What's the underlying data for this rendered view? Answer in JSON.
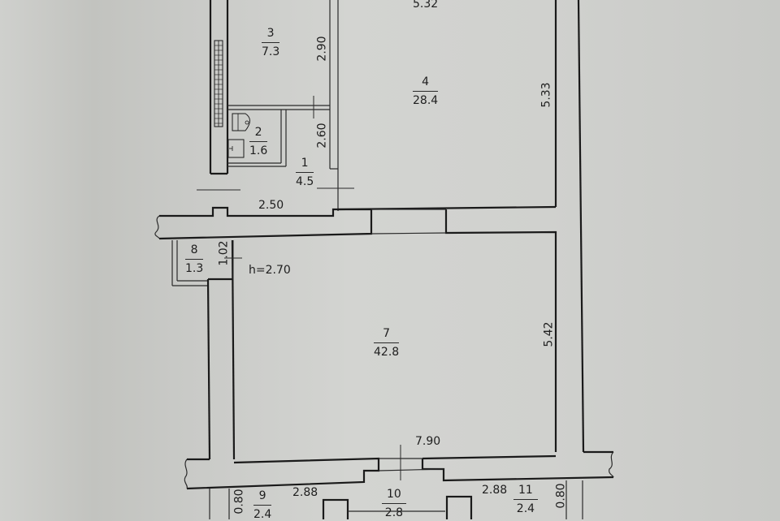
{
  "plan": {
    "ceiling_height": "h=2.70",
    "rooms": [
      {
        "id": "1",
        "number": "1",
        "area": "4.5"
      },
      {
        "id": "2",
        "number": "2",
        "area": "1.6"
      },
      {
        "id": "3",
        "number": "3",
        "area": "7.3"
      },
      {
        "id": "4",
        "number": "4",
        "area": "28.4"
      },
      {
        "id": "7",
        "number": "7",
        "area": "42.8"
      },
      {
        "id": "8",
        "number": "8",
        "area": "1.3"
      },
      {
        "id": "9",
        "number": "9",
        "area": "2.4"
      },
      {
        "id": "10",
        "number": "10",
        "area": "2.8"
      },
      {
        "id": "11",
        "number": "11",
        "area": "2.4"
      }
    ],
    "dimensions": {
      "room4_width": "5.32",
      "room4_depth": "5.33",
      "room3_depth": "2.90",
      "room1_depth": "2.60",
      "room1_width": "2.50",
      "room8_depth": "1.02",
      "room7_depth": "5.42",
      "room7_width": "7.90",
      "room9_width": "2.88",
      "room9_depth": "0.80",
      "room11_width": "2.88",
      "room11_depth": "0.80"
    }
  },
  "colors": {
    "paper": "#d0d1ce",
    "ink": "#1a1a1a"
  }
}
